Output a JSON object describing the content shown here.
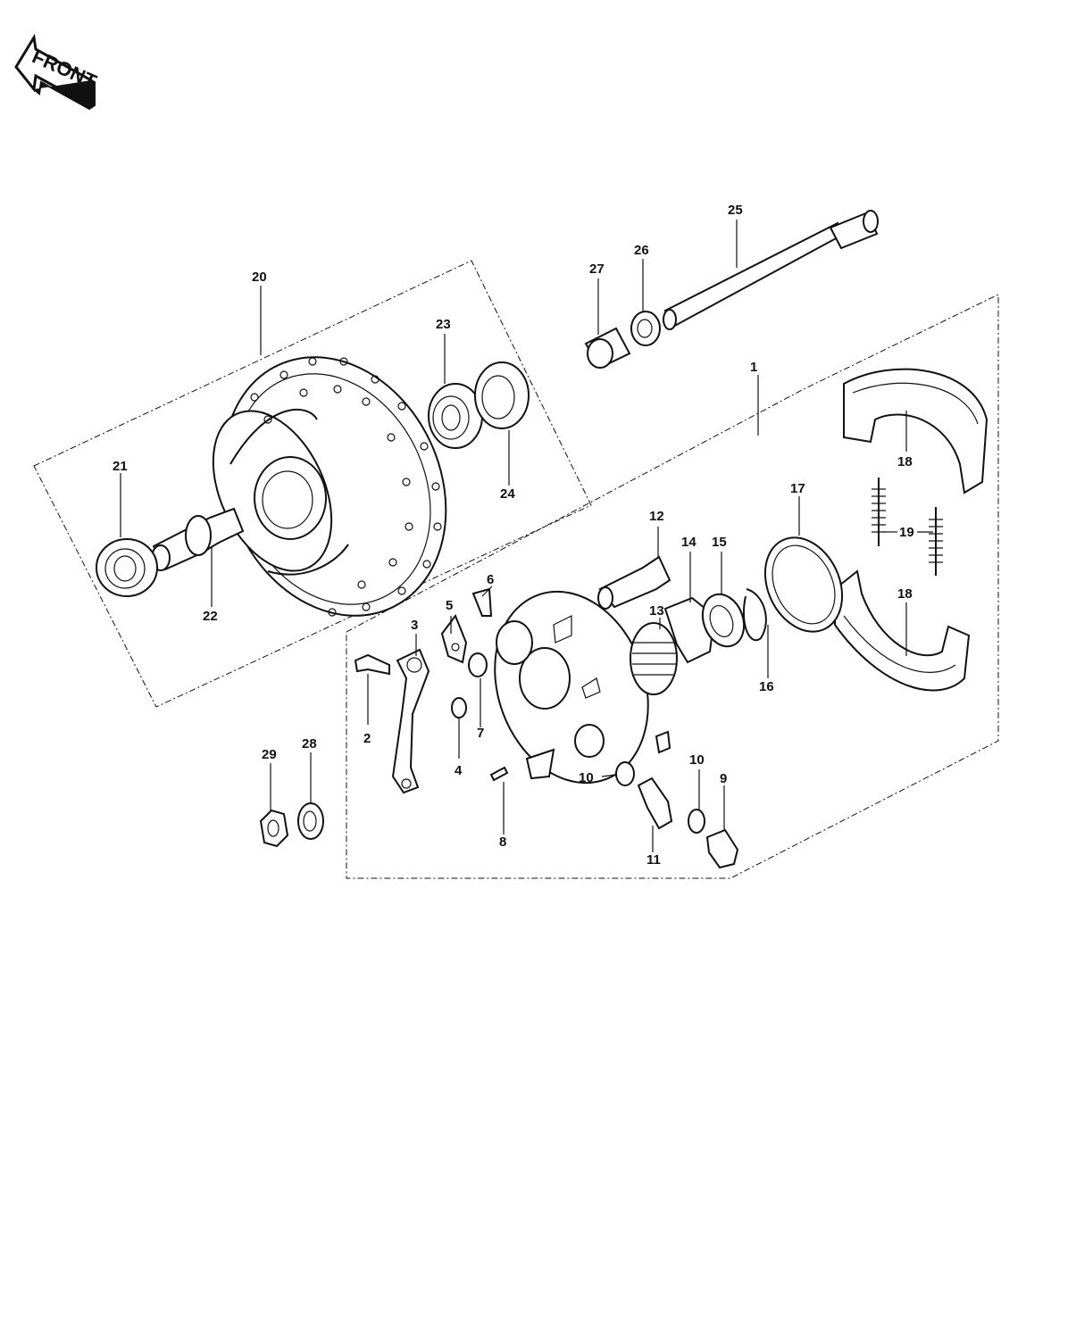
{
  "front_arrow": {
    "label": "FRONT"
  },
  "callouts": [
    {
      "id": "c1",
      "label": "1"
    },
    {
      "id": "c2",
      "label": "2"
    },
    {
      "id": "c3",
      "label": "3"
    },
    {
      "id": "c4",
      "label": "4"
    },
    {
      "id": "c5",
      "label": "5"
    },
    {
      "id": "c6",
      "label": "6"
    },
    {
      "id": "c7",
      "label": "7"
    },
    {
      "id": "c8",
      "label": "8"
    },
    {
      "id": "c9",
      "label": "9"
    },
    {
      "id": "c10a",
      "label": "10"
    },
    {
      "id": "c10b",
      "label": "10"
    },
    {
      "id": "c11",
      "label": "11"
    },
    {
      "id": "c12",
      "label": "12"
    },
    {
      "id": "c13",
      "label": "13"
    },
    {
      "id": "c14",
      "label": "14"
    },
    {
      "id": "c15",
      "label": "15"
    },
    {
      "id": "c16",
      "label": "16"
    },
    {
      "id": "c17",
      "label": "17"
    },
    {
      "id": "c18a",
      "label": "18"
    },
    {
      "id": "c18b",
      "label": "18"
    },
    {
      "id": "c19",
      "label": "19"
    },
    {
      "id": "c20",
      "label": "20"
    },
    {
      "id": "c21",
      "label": "21"
    },
    {
      "id": "c22",
      "label": "22"
    },
    {
      "id": "c23",
      "label": "23"
    },
    {
      "id": "c24",
      "label": "24"
    },
    {
      "id": "c25",
      "label": "25"
    },
    {
      "id": "c26",
      "label": "26"
    },
    {
      "id": "c27",
      "label": "27"
    },
    {
      "id": "c28",
      "label": "28"
    },
    {
      "id": "c29",
      "label": "29"
    }
  ]
}
